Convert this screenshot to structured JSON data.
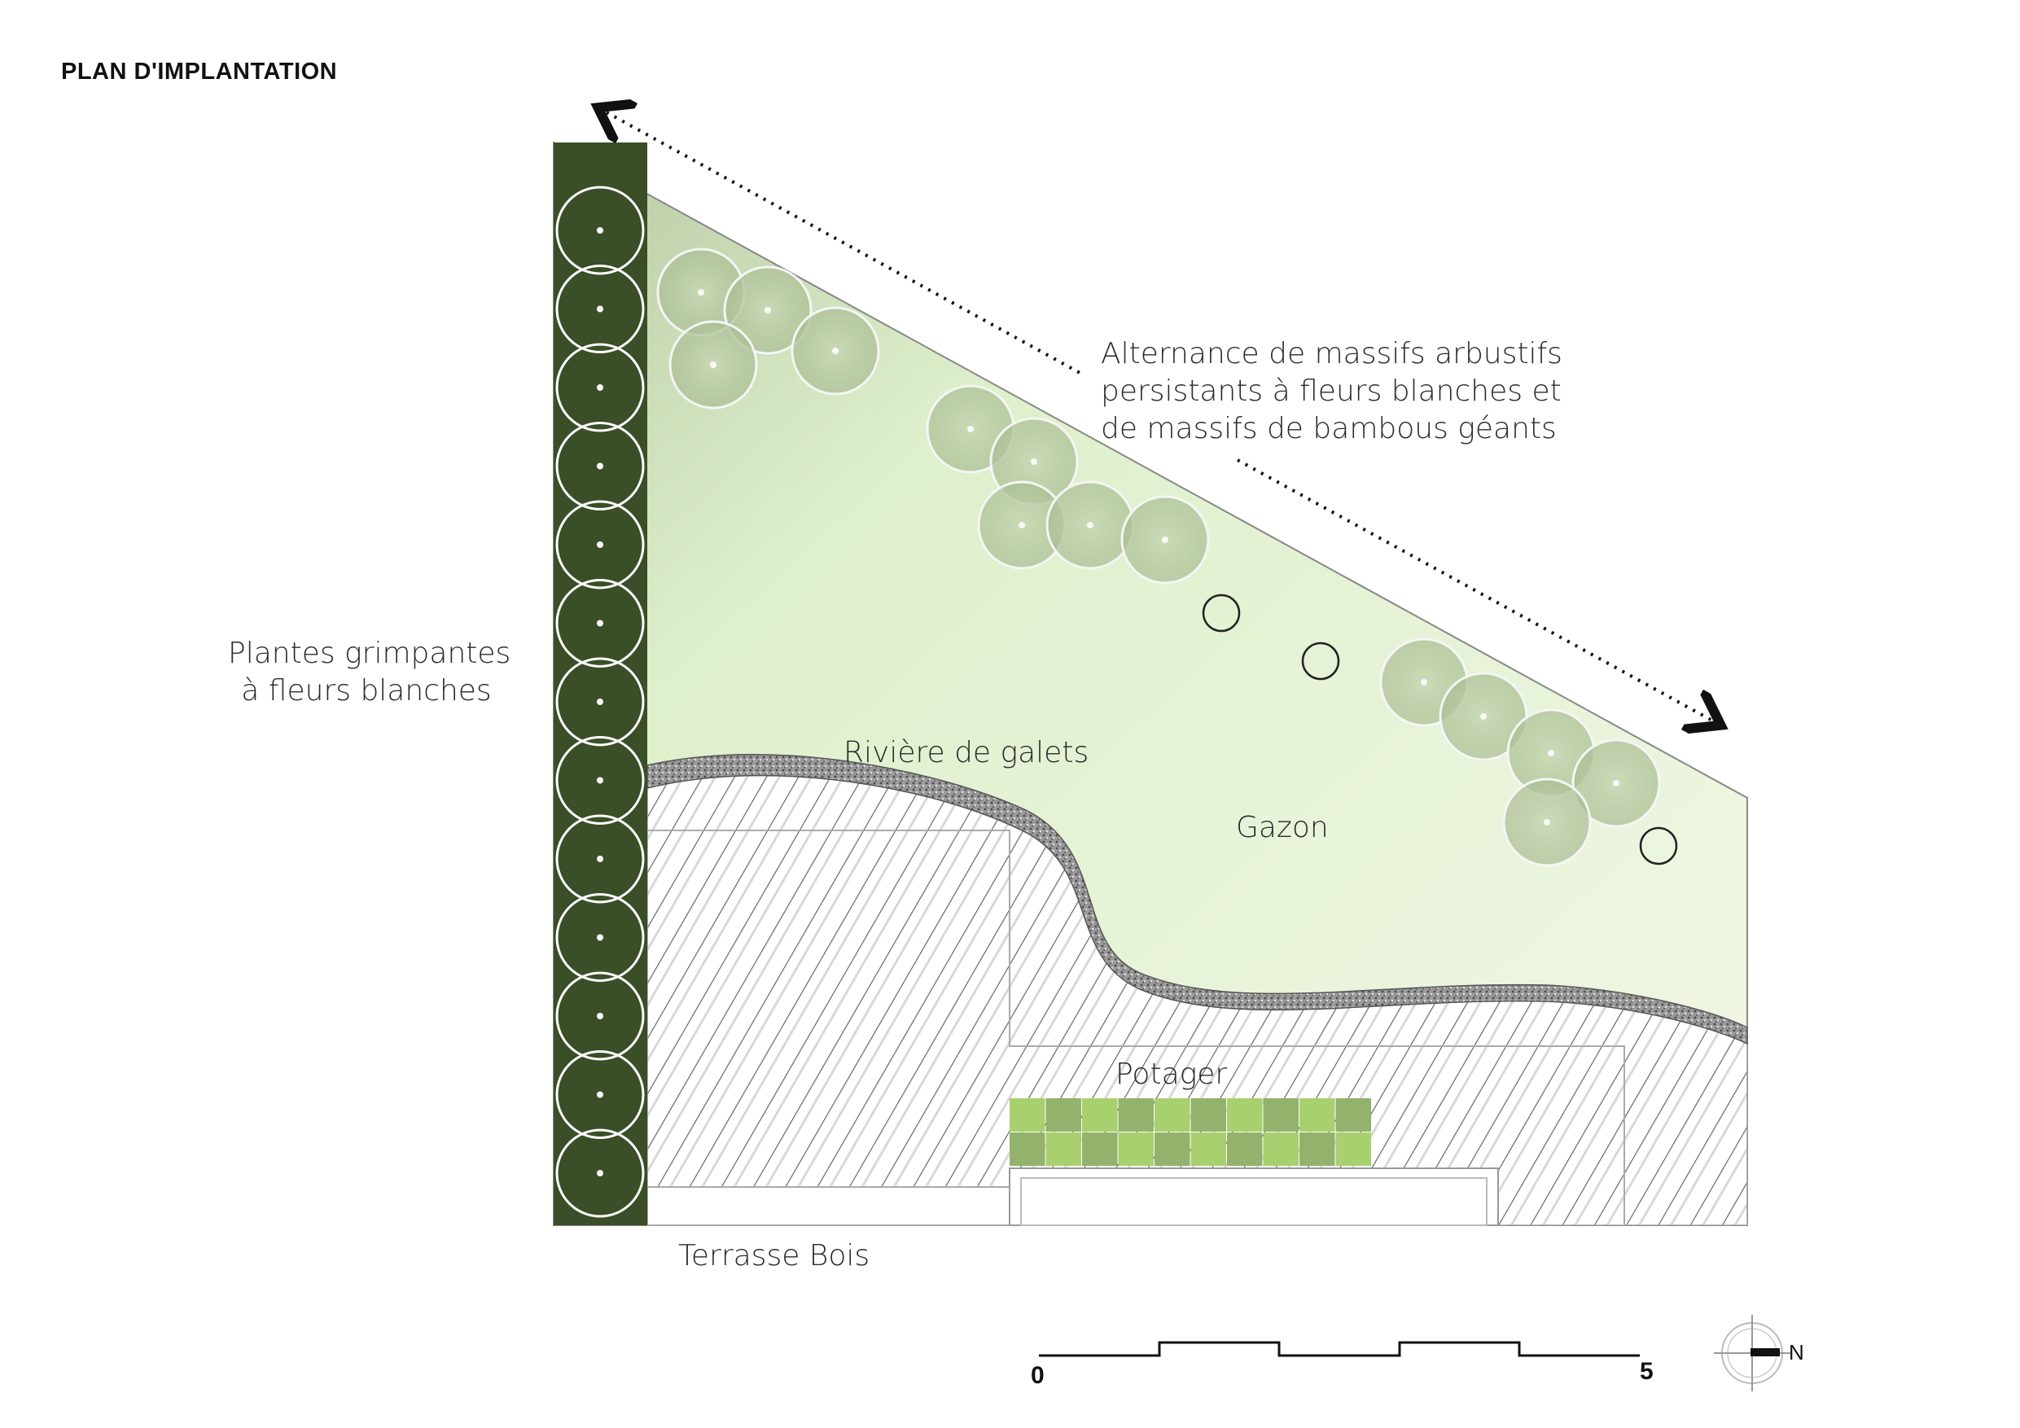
{
  "title": "PLAN D'IMPLANTATION",
  "labels": {
    "shrubs": [
      "Alternance de massifs arbustifs",
      "persistants à fleurs blanches et",
      "de massifs de bambous géants"
    ],
    "climbers": [
      "Plantes grimpantes",
      "à fleurs blanches"
    ],
    "pebbles": "Rivière de galets",
    "lawn": "Gazon",
    "vegetable": "Potager",
    "terrace": "Terrasse Bois"
  },
  "scale": {
    "start": "0",
    "end": "5"
  },
  "north": "N",
  "colors": {
    "hedge": "#3a4e27",
    "lawn_light": "#f1f7e6",
    "lawn_mid": "#dff0cc",
    "lawn_dark": "#b8c9a4",
    "veg_light": "#a8d06f",
    "veg_dark": "#93b26c"
  }
}
